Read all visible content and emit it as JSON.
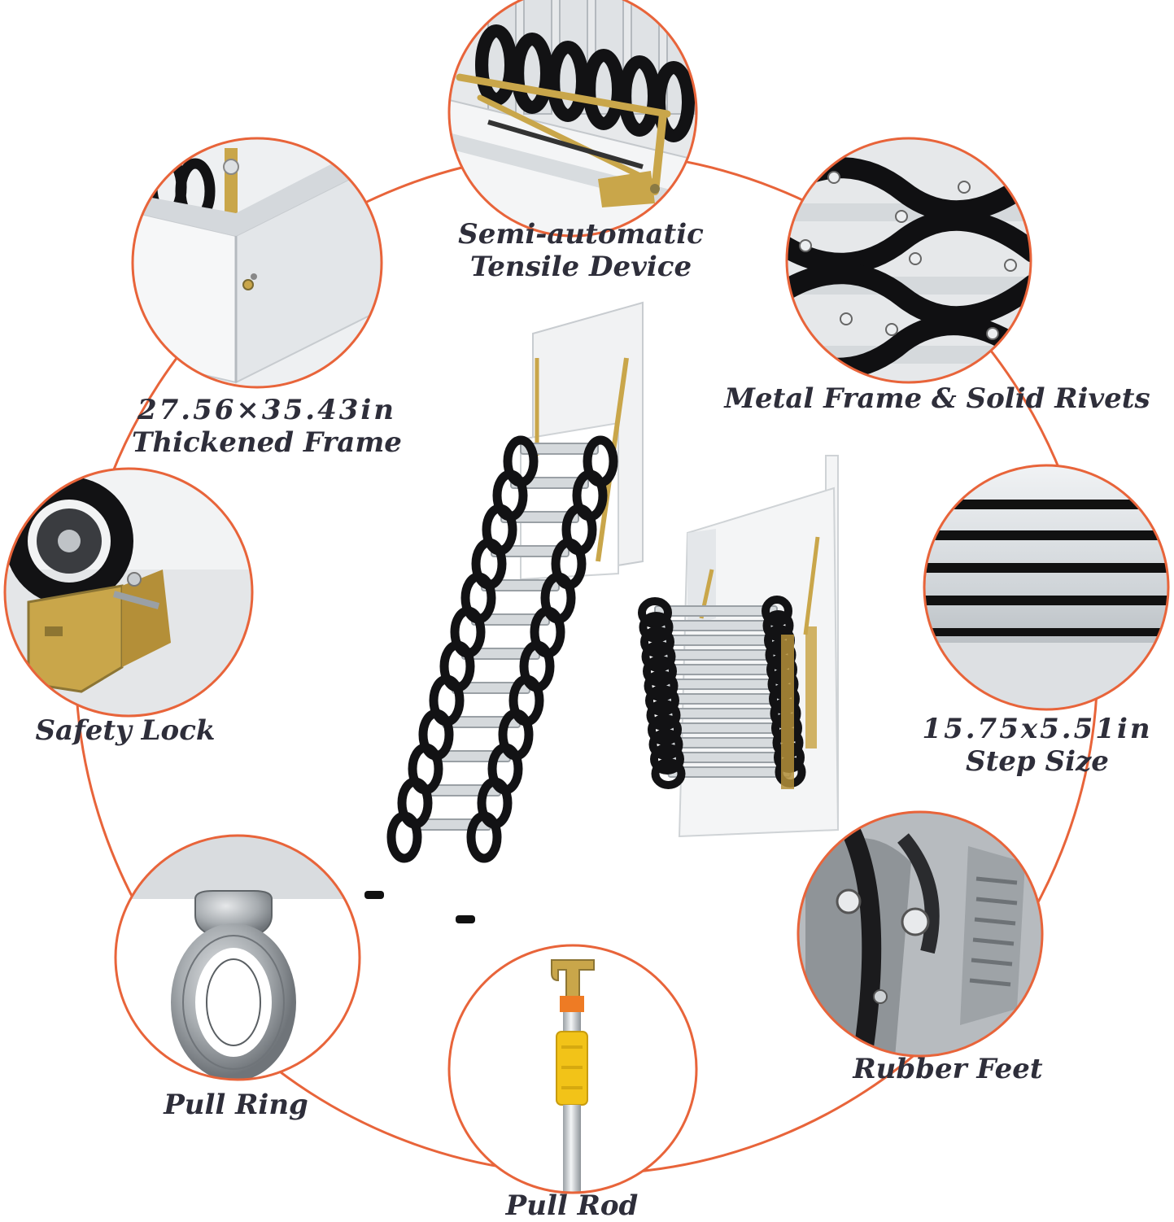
{
  "colors": {
    "ring": "#e8643a",
    "label_text": "#2e2e3a",
    "metal_light": "#e4e7ea",
    "metal_dark": "#b9bec3",
    "steel_black": "#121214",
    "zinc_gold": "#c9a64a",
    "pole_yellow": "#f2c318",
    "pole_orange": "#ee7b24"
  },
  "features": [
    {
      "id": "tensile-device",
      "icon": "tensile-spring-icon",
      "lines": [
        "Semi-automatic",
        "Tensile Device"
      ]
    },
    {
      "id": "thickened-frame",
      "icon": "frame-corner-icon",
      "lines": [
        "27.56×35.43in",
        "Thickened Frame"
      ]
    },
    {
      "id": "metal-frame",
      "icon": "scissor-rivet-icon",
      "lines": [
        "Metal Frame & Solid Rivets"
      ]
    },
    {
      "id": "safety-lock",
      "icon": "lock-bracket-icon",
      "lines": [
        "Safety Lock"
      ]
    },
    {
      "id": "step-size",
      "icon": "tread-icon",
      "lines": [
        "15.75x5.51in",
        "Step Size"
      ]
    },
    {
      "id": "rubber-feet",
      "icon": "rubber-foot-icon",
      "lines": [
        "Rubber Feet"
      ]
    },
    {
      "id": "pull-ring",
      "icon": "pull-ring-icon",
      "lines": [
        "Pull Ring"
      ]
    },
    {
      "id": "pull-rod",
      "icon": "pull-rod-icon",
      "lines": [
        "Pull Rod"
      ]
    }
  ]
}
